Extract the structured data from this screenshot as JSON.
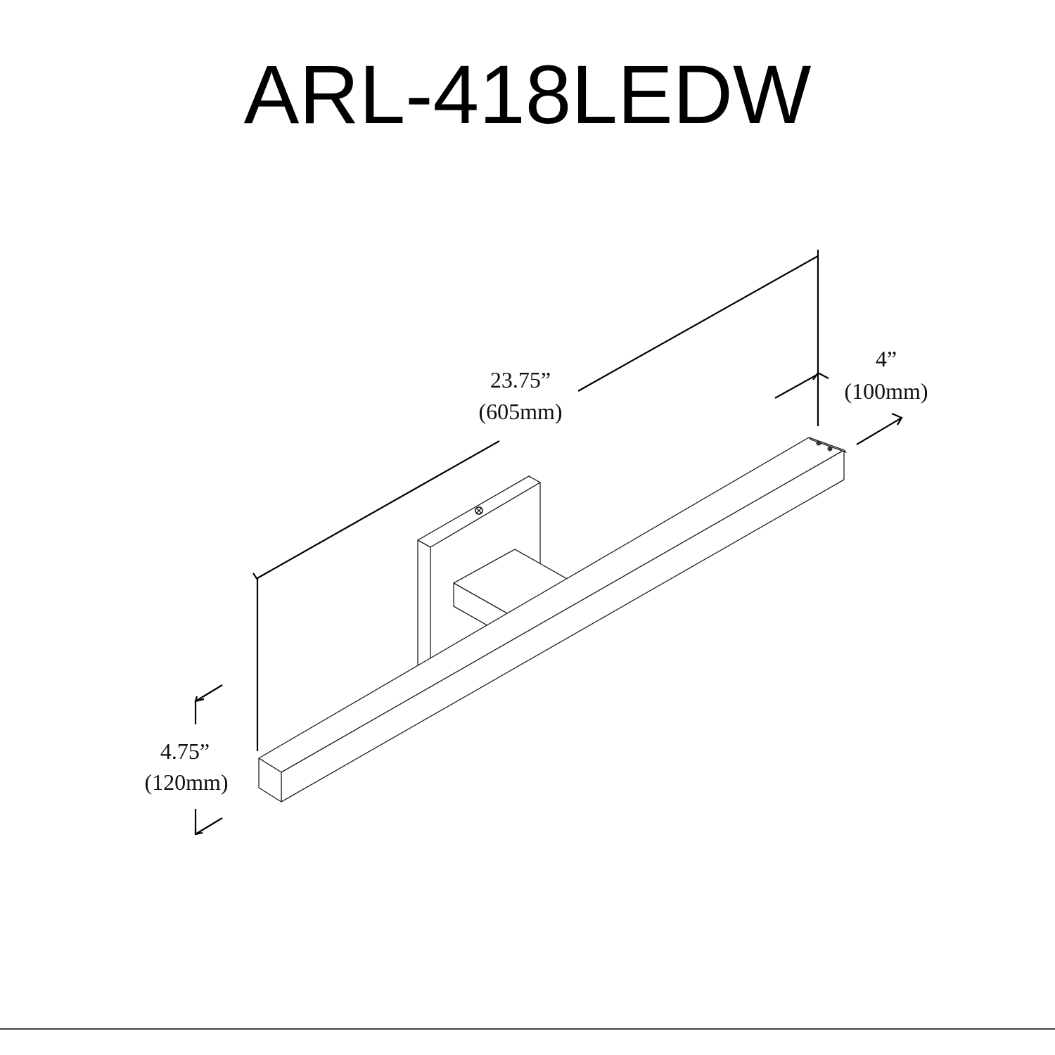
{
  "title": "ARL-418LEDW",
  "dimensions": {
    "length": {
      "imperial": "23.75”",
      "metric": "(605mm)"
    },
    "depth": {
      "imperial": "4”",
      "metric": "(100mm)"
    },
    "height": {
      "imperial": "4.75”",
      "metric": "(120mm)"
    }
  }
}
